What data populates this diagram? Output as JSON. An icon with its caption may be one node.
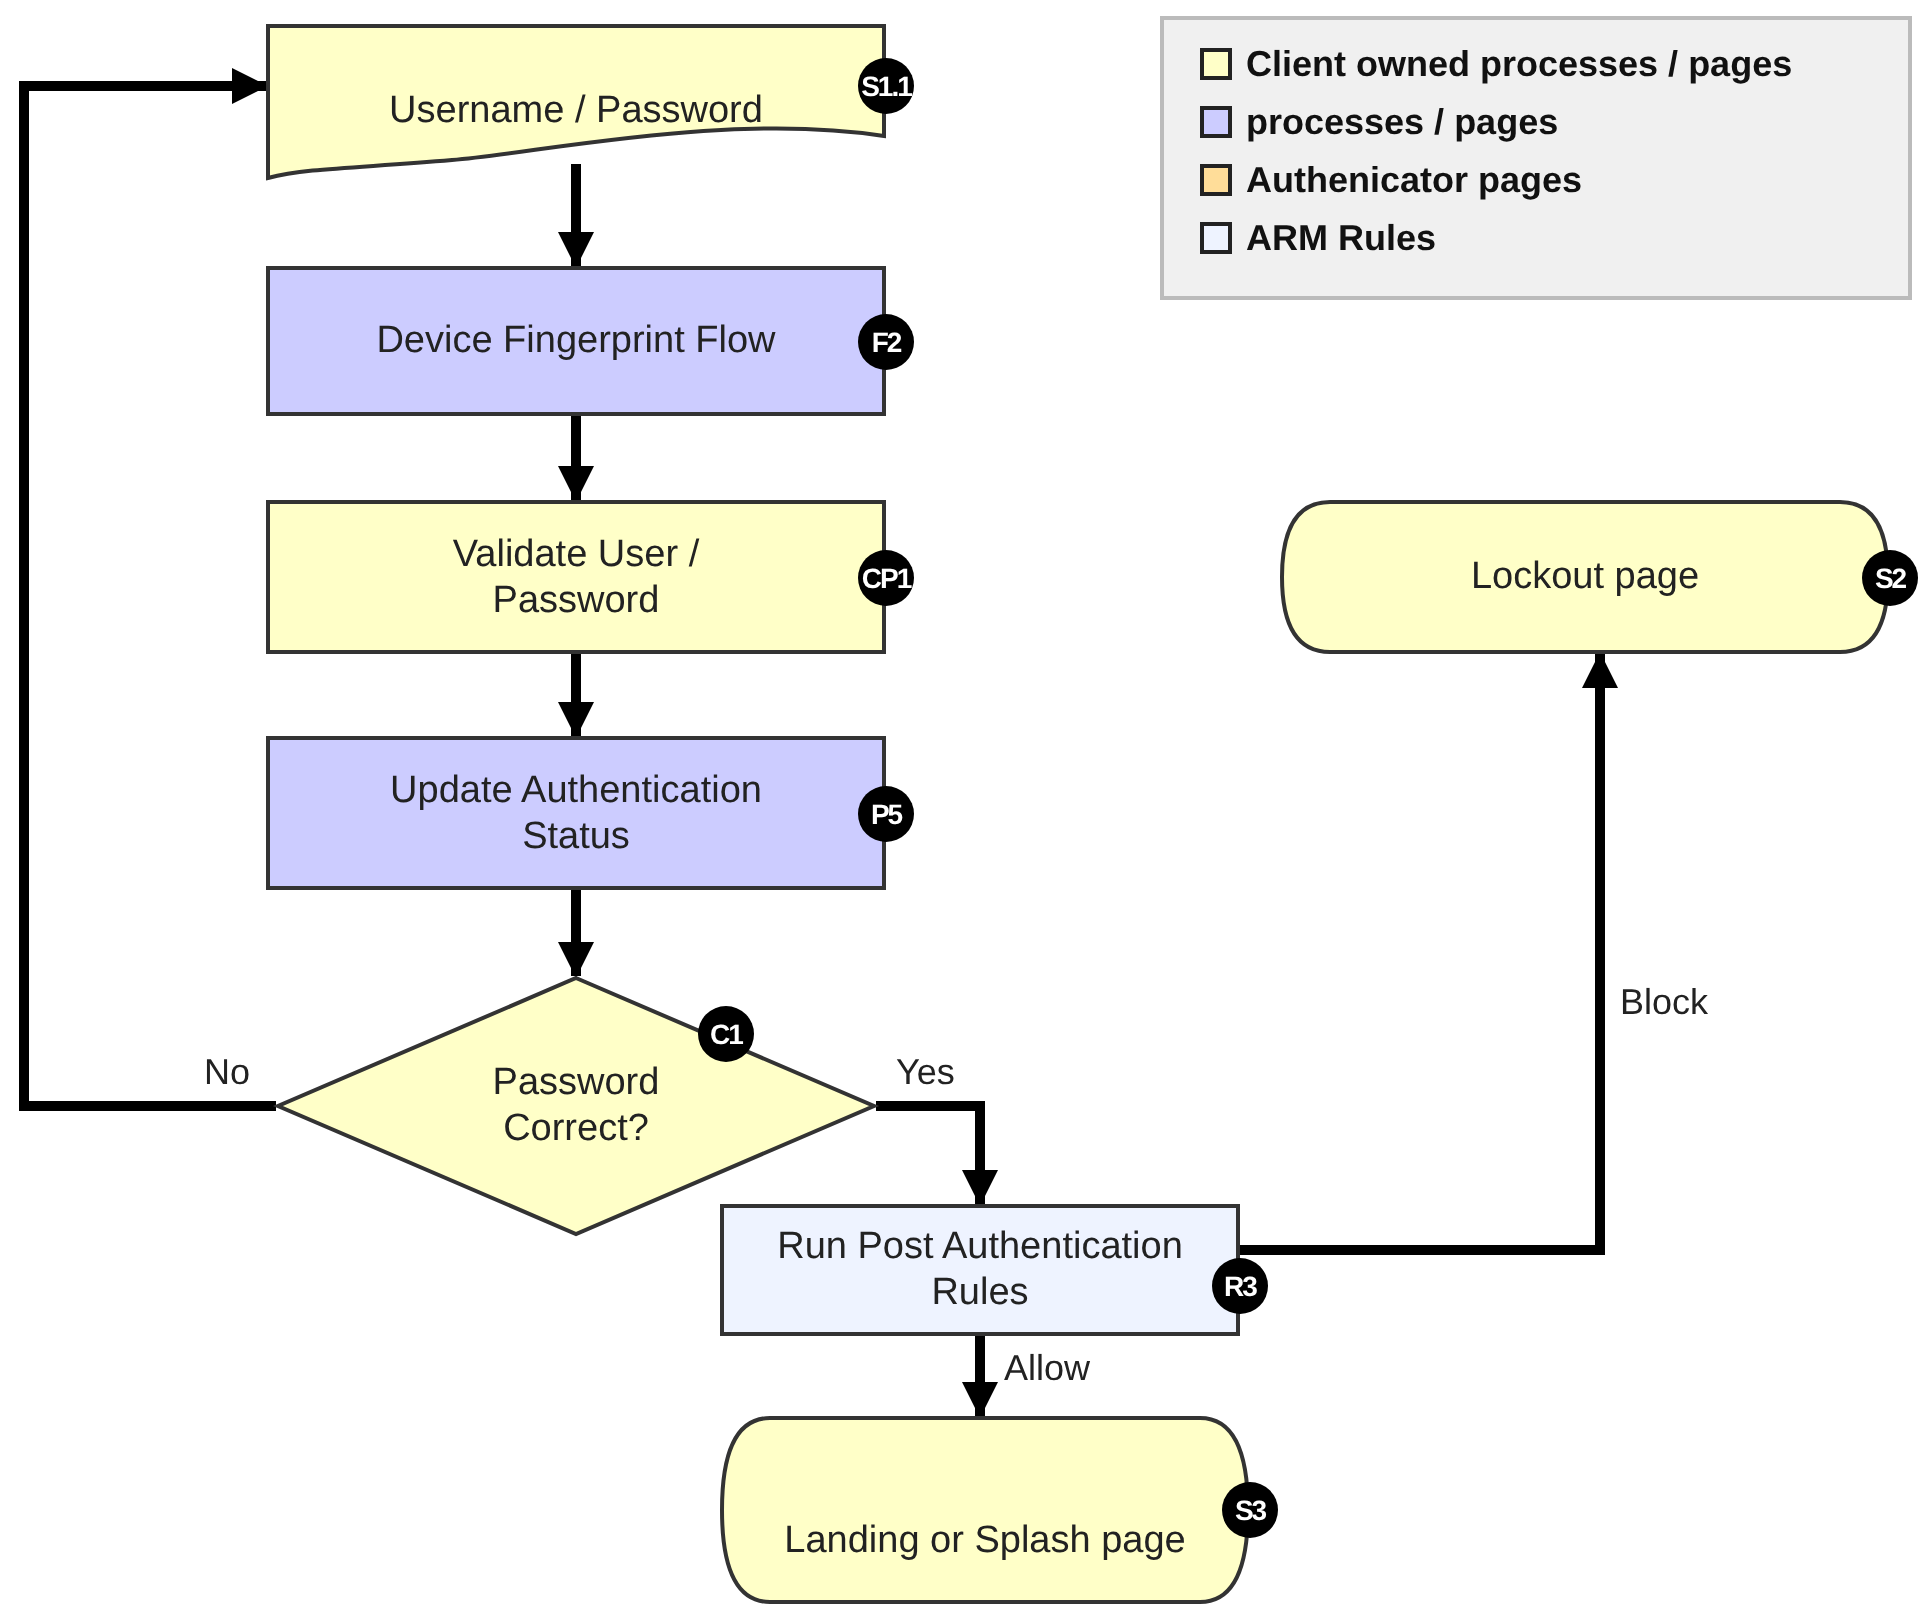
{
  "diagram": {
    "nodes": [
      {
        "text": [
          "Username / Password"
        ],
        "beside": [
          "S1.1"
        ]
      },
      {
        "text": [
          "Device Fingerprint Flow"
        ],
        "beside": [
          "F2"
        ]
      },
      {
        "text": [
          "Validate User / Password"
        ],
        "beside": [
          "CP1"
        ]
      },
      {
        "text": [
          "Update Authentication Status"
        ],
        "beside": [
          "P5"
        ]
      },
      {
        "text": [
          "Password Correct?"
        ],
        "beside": [
          "C1"
        ]
      },
      {
        "text": [
          "Lockout page"
        ],
        "beside": [
          "S2"
        ]
      },
      {
        "text": [
          "Run Post Authentication Rules"
        ],
        "beside": [
          "R3"
        ]
      },
      {
        "text": [
          "Landing or Splash page"
        ],
        "beside": [
          "S3"
        ]
      }
    ],
    "edges": [
      {
        "from": 0,
        "to": 1,
        "arrow": "to"
      },
      {
        "from": 1,
        "to": 2,
        "arrow": "to"
      },
      {
        "from": 2,
        "to": 3,
        "arrow": "to"
      },
      {
        "from": 3,
        "to": 4,
        "arrow": "to"
      },
      {
        "from": 4,
        "to": 0,
        "arrow": "to",
        "label": "No"
      },
      {
        "from": 4,
        "to": 6,
        "arrow": "to",
        "label": "Yes"
      },
      {
        "from": 6,
        "to": 5,
        "arrow": "to",
        "label": "Block"
      },
      {
        "from": 6,
        "to": 7,
        "arrow": "to",
        "label": "Allow"
      }
    ],
    "legend": [
      {
        "text": "Client owned processes / pages",
        "color": "#ffffc8"
      },
      {
        "text": "processes / pages",
        "color": "#ccccff"
      },
      {
        "text": "Authenicator pages",
        "color": "#ffdd99"
      },
      {
        "text": "ARM Rules",
        "color": "#eef3ff"
      }
    ]
  }
}
